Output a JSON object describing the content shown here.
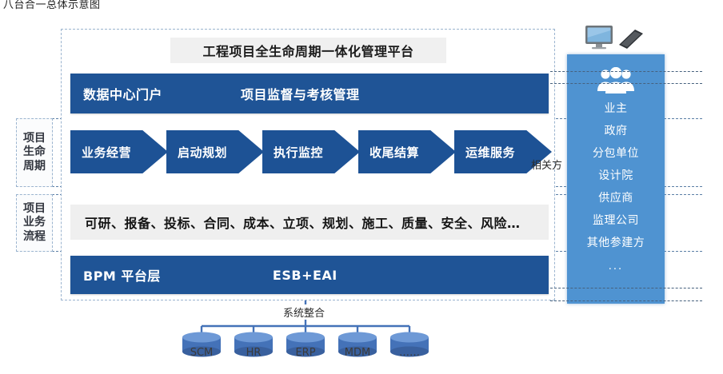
{
  "caption": {
    "text": "八台合一总体示意图"
  },
  "platform": {
    "title": "工程项目全生命周期一体化管理平台",
    "portal_bar": {
      "left_label": "数据中心门户",
      "mid_label": "项目监督与考核管理"
    },
    "lifecycle_band_label": "项目生命周期",
    "lifecycle_stages": [
      "业务经营",
      "启动规划",
      "执行监控",
      "收尾结算",
      "运维服务"
    ],
    "process_band_label": "项目业务流程",
    "process_items": "可研、报备、投标、合同、成本、立项、规划、施工、质量、安全、风险…",
    "platform_bar": {
      "left_label": "BPM 平台层",
      "mid_label": "ESB+EAI"
    }
  },
  "stakeholders": {
    "caption": "相关方",
    "icon": "people-group-icon",
    "items": [
      "业主",
      "政府",
      "分包单位",
      "设计院",
      "供应商",
      "监理公司",
      "其他参建方",
      "..."
    ]
  },
  "devices": {
    "monitor": "desktop-monitor-icon",
    "phone": "smartphone-icon"
  },
  "system_integration": {
    "label": "系统整合",
    "systems": [
      "SCM",
      "HR",
      "ERP",
      "MDM",
      "……"
    ]
  },
  "colors": {
    "bar_blue": "#1f5496",
    "arrow_blue": "#1d5295",
    "panel_blue": "#4f93d1",
    "db_blue": "#4472b8",
    "strip_grey": "#efefef",
    "title_grey": "#f0f0f0",
    "dash_border": "#9bb4cf"
  }
}
